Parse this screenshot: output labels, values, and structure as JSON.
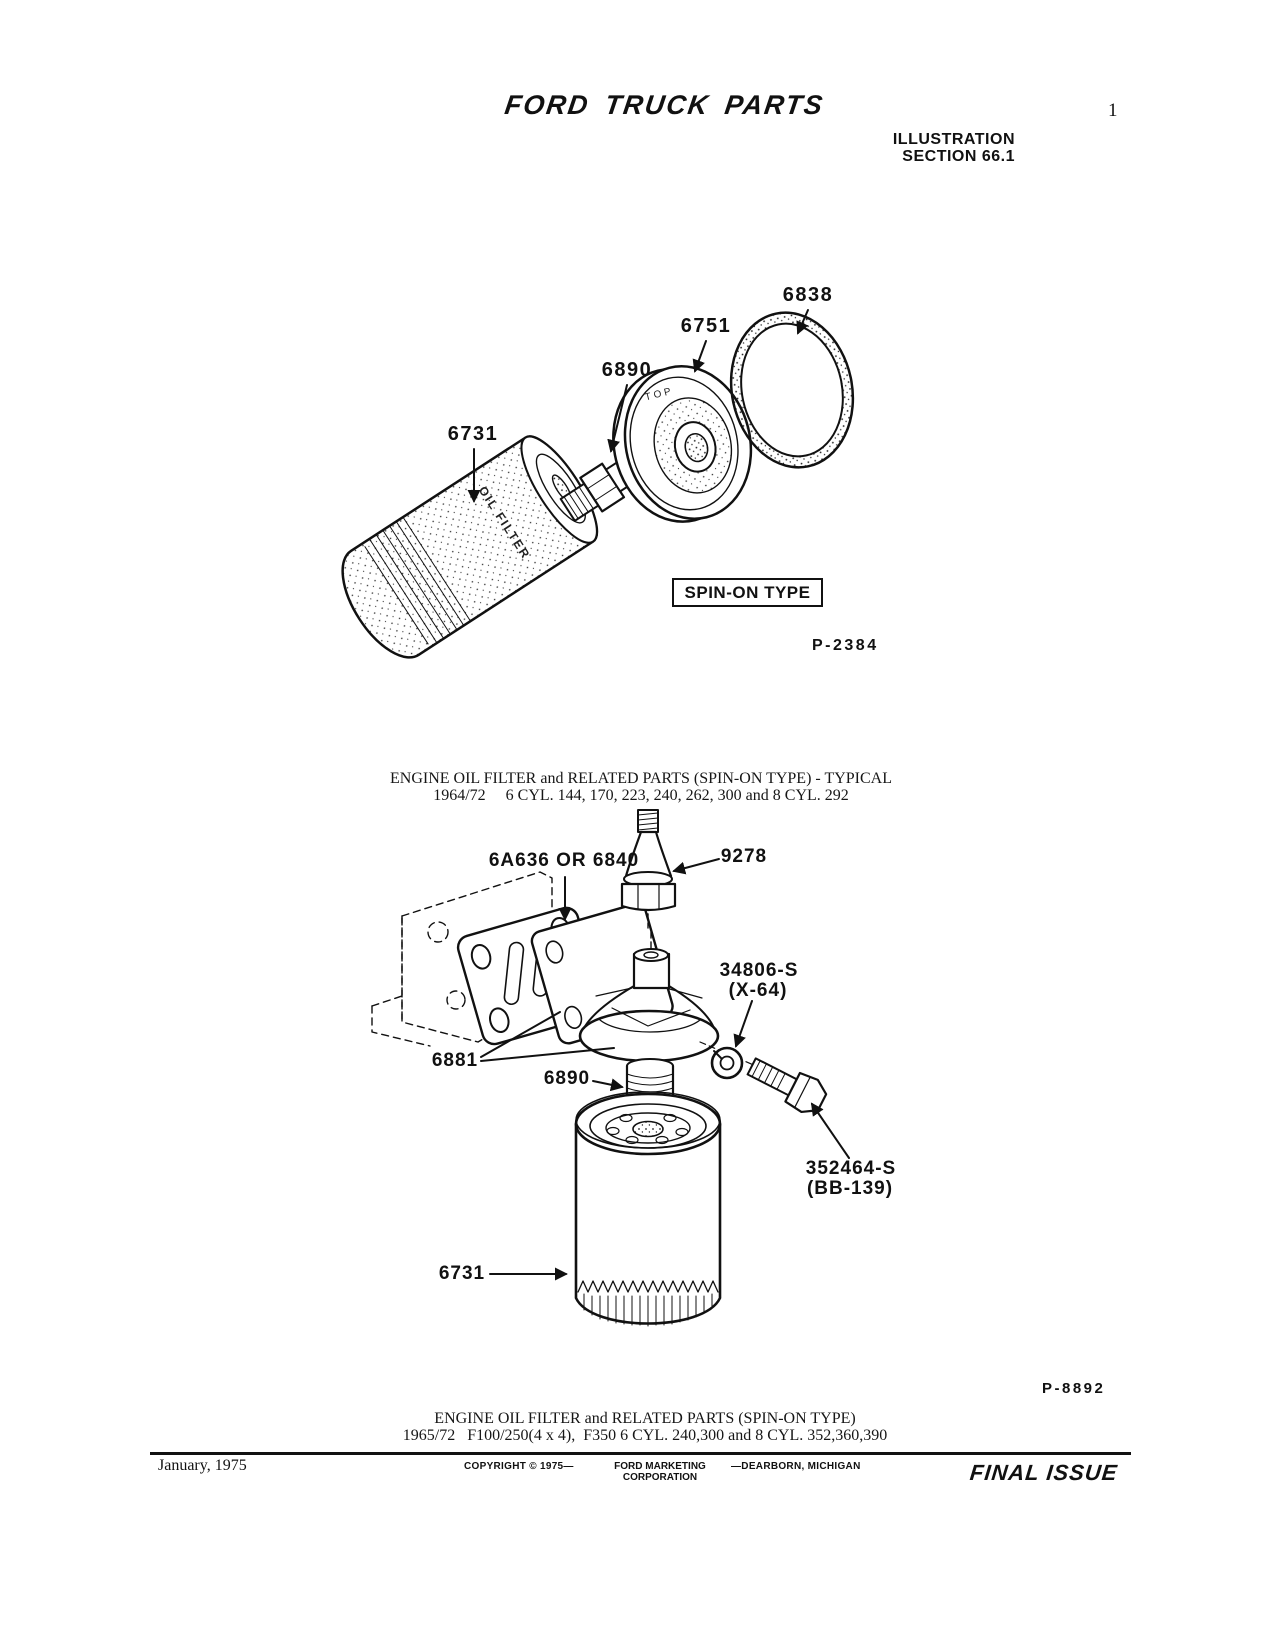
{
  "header": {
    "title": "FORD TRUCK PARTS",
    "page_number": "1",
    "section_line1": "ILLUSTRATION",
    "section_line2": "SECTION 66.1"
  },
  "diagram_top": {
    "part_labels": {
      "gasket": "6838",
      "adapter_plate": "6751",
      "fitting": "6890",
      "oil_filter": "6731"
    },
    "drawing_text": {
      "adapter_top_marking": "TOP",
      "filter_side_marking": "OIL FILTER"
    },
    "type_label": "SPIN-ON TYPE",
    "figure_number": "P-2384",
    "caption_line1": "ENGINE OIL FILTER and RELATED PARTS (SPIN-ON TYPE) - TYPICAL",
    "caption_line2": "1964/72     6 CYL. 144, 170, 223, 240, 262, 300 and 8 CYL. 292"
  },
  "diagram_bottom": {
    "part_labels": {
      "gasket_plate": "6A636 OR 6840",
      "oil_pressure_sender": "9278",
      "lock_washer_line1": "34806-S",
      "lock_washer_line2": "(X-64)",
      "adapter_casting": "6881",
      "fitting": "6890",
      "bolt_line1": "352464-S",
      "bolt_line2": "(BB-139)",
      "oil_filter": "6731"
    },
    "figure_number": "P-8892",
    "caption_line1": "ENGINE OIL FILTER and RELATED PARTS (SPIN-ON TYPE)",
    "caption_line2": "1965/72   F100/250(4 x 4),  F350 6 CYL. 240,300 and 8 CYL. 352,360,390"
  },
  "footer": {
    "date": "January, 1975",
    "copyright": "COPYRIGHT © 1975—",
    "publisher_line1": "FORD MARKETING",
    "publisher_line2": "CORPORATION",
    "location": "—DEARBORN, MICHIGAN",
    "issue": "FINAL ISSUE"
  }
}
